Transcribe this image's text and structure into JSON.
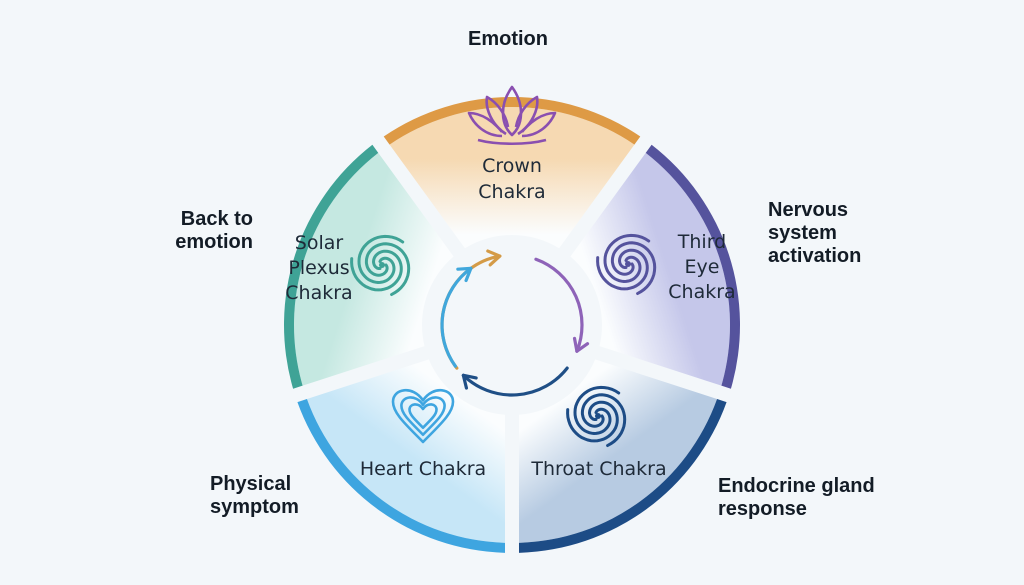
{
  "segments": [
    {
      "id": "crown",
      "lines": [
        "Crown",
        "Chakra"
      ],
      "icon": "lotus-icon",
      "color": "#de9a45",
      "fill": "#f6d9b2"
    },
    {
      "id": "third-eye",
      "lines": [
        "Third",
        "Eye",
        "Chakra"
      ],
      "icon": "spiral-icon",
      "color": "#55539d",
      "fill": "#c5c7ea"
    },
    {
      "id": "throat",
      "lines": [
        "Throat Chakra"
      ],
      "icon": "spiral-icon",
      "color": "#1d4c86",
      "fill": "#b7cbe2"
    },
    {
      "id": "heart",
      "lines": [
        "Heart Chakra"
      ],
      "icon": "heart-icon",
      "color": "#3ea5e0",
      "fill": "#c6e6f7"
    },
    {
      "id": "solar-plexus",
      "lines": [
        "Solar",
        "Plexus",
        "Chakra"
      ],
      "icon": "spiral-icon",
      "color": "#3fa396",
      "fill": "#c5e8e1"
    }
  ],
  "outer_labels": {
    "top": [
      "Emotion"
    ],
    "right": [
      "Nervous",
      "system",
      "activation"
    ],
    "bottom_right": [
      "Endocrine gland",
      "response"
    ],
    "bottom_left": [
      "Physical",
      "symptom"
    ],
    "left": [
      "Back to",
      "emotion"
    ]
  },
  "cycle_colors": [
    "#d49b47",
    "#8e63b8",
    "#1f4f86",
    "#40a7dc"
  ]
}
